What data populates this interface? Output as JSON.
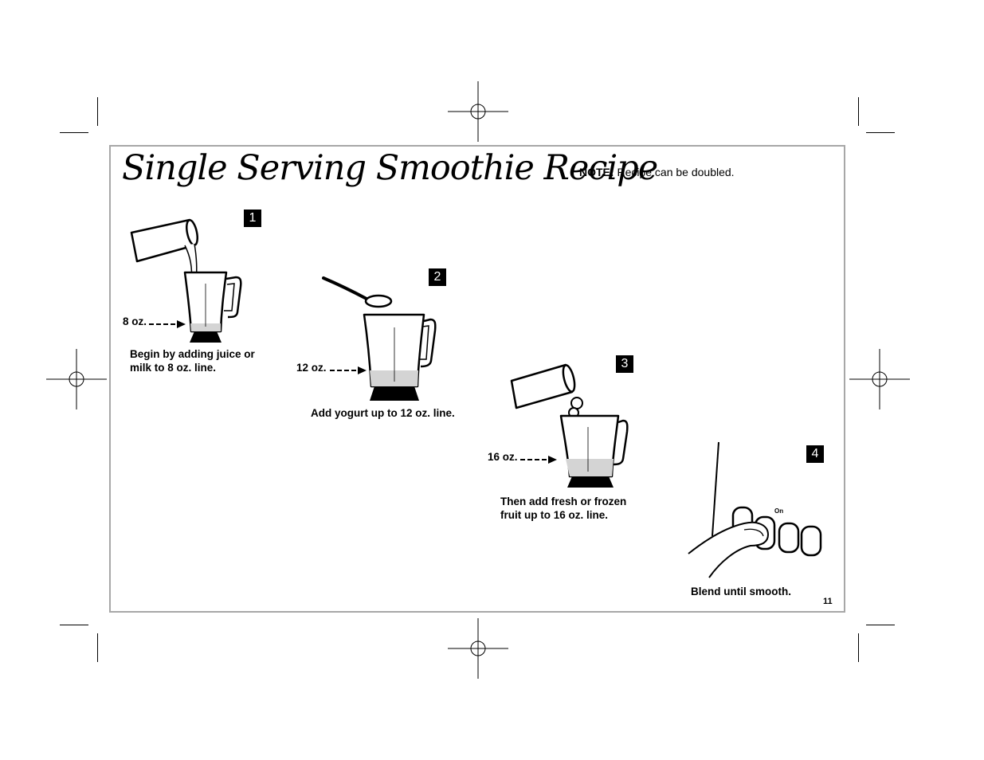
{
  "page": {
    "title": "Single Serving Smoothie Recipe",
    "note_label": "NOTE:",
    "note_text": " Recipe can be doubled.",
    "page_number": "11"
  },
  "steps": [
    {
      "number": "1",
      "level": "8 oz.",
      "caption_line1": "Begin by adding juice or",
      "caption_line2": "milk to 8 oz. line."
    },
    {
      "number": "2",
      "level": "12 oz.",
      "caption_line1": "Add yogurt up to 12 oz. line.",
      "caption_line2": ""
    },
    {
      "number": "3",
      "level": "16 oz.",
      "caption_line1": "Then add fresh or frozen",
      "caption_line2": "fruit up to 16 oz. line."
    },
    {
      "number": "4",
      "level": "",
      "caption_line1": "Blend until smooth.",
      "caption_line2": ""
    }
  ],
  "illustration": {
    "button_label": "On"
  }
}
